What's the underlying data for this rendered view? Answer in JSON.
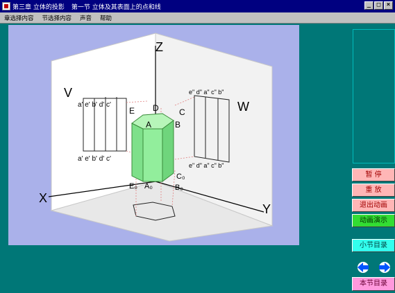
{
  "window": {
    "title_parts": [
      "第三章 立体的投影",
      "第一节 立体及其表面上的点和线"
    ],
    "controls": [
      "_",
      "□",
      "×"
    ]
  },
  "menu": {
    "items": [
      "章选择内容",
      "节选择内容",
      "声音",
      "帮助"
    ]
  },
  "figure": {
    "plane_labels": {
      "z": "Z",
      "x": "X",
      "y": "Y",
      "v": "V",
      "w": "W"
    },
    "vertex_labels": {
      "A": "A",
      "B": "B",
      "C": "C",
      "D": "D",
      "E": "E",
      "A0": "A₀",
      "B0": "B₀",
      "C0": "C₀",
      "E0": "E₀"
    },
    "v_top_labels": "a' e' b' d' c'",
    "v_bottom_labels": "a' e' b' d' c'",
    "w_top_labels": "e\" d\" a\" c\" b\"",
    "w_bottom_labels": "e\" d\" a\" c\" b\""
  },
  "controls": {
    "pause": "暂 停",
    "replay": "重 放",
    "exit_animation": "退出动画",
    "animation_demo": "动画演示",
    "section_toc": "小节目录",
    "chapter_toc": "本节目录"
  },
  "colors": {
    "title_bar": "#000080",
    "background": "#007777",
    "stage": "#aab1ea",
    "prism": "#7ee08a",
    "pause_btn": "#ffb6b6",
    "demo_btn": "#33dd33",
    "section_btn": "#33ffee",
    "chapter_btn": "#ff99dd",
    "arrow": "#0055ff"
  }
}
